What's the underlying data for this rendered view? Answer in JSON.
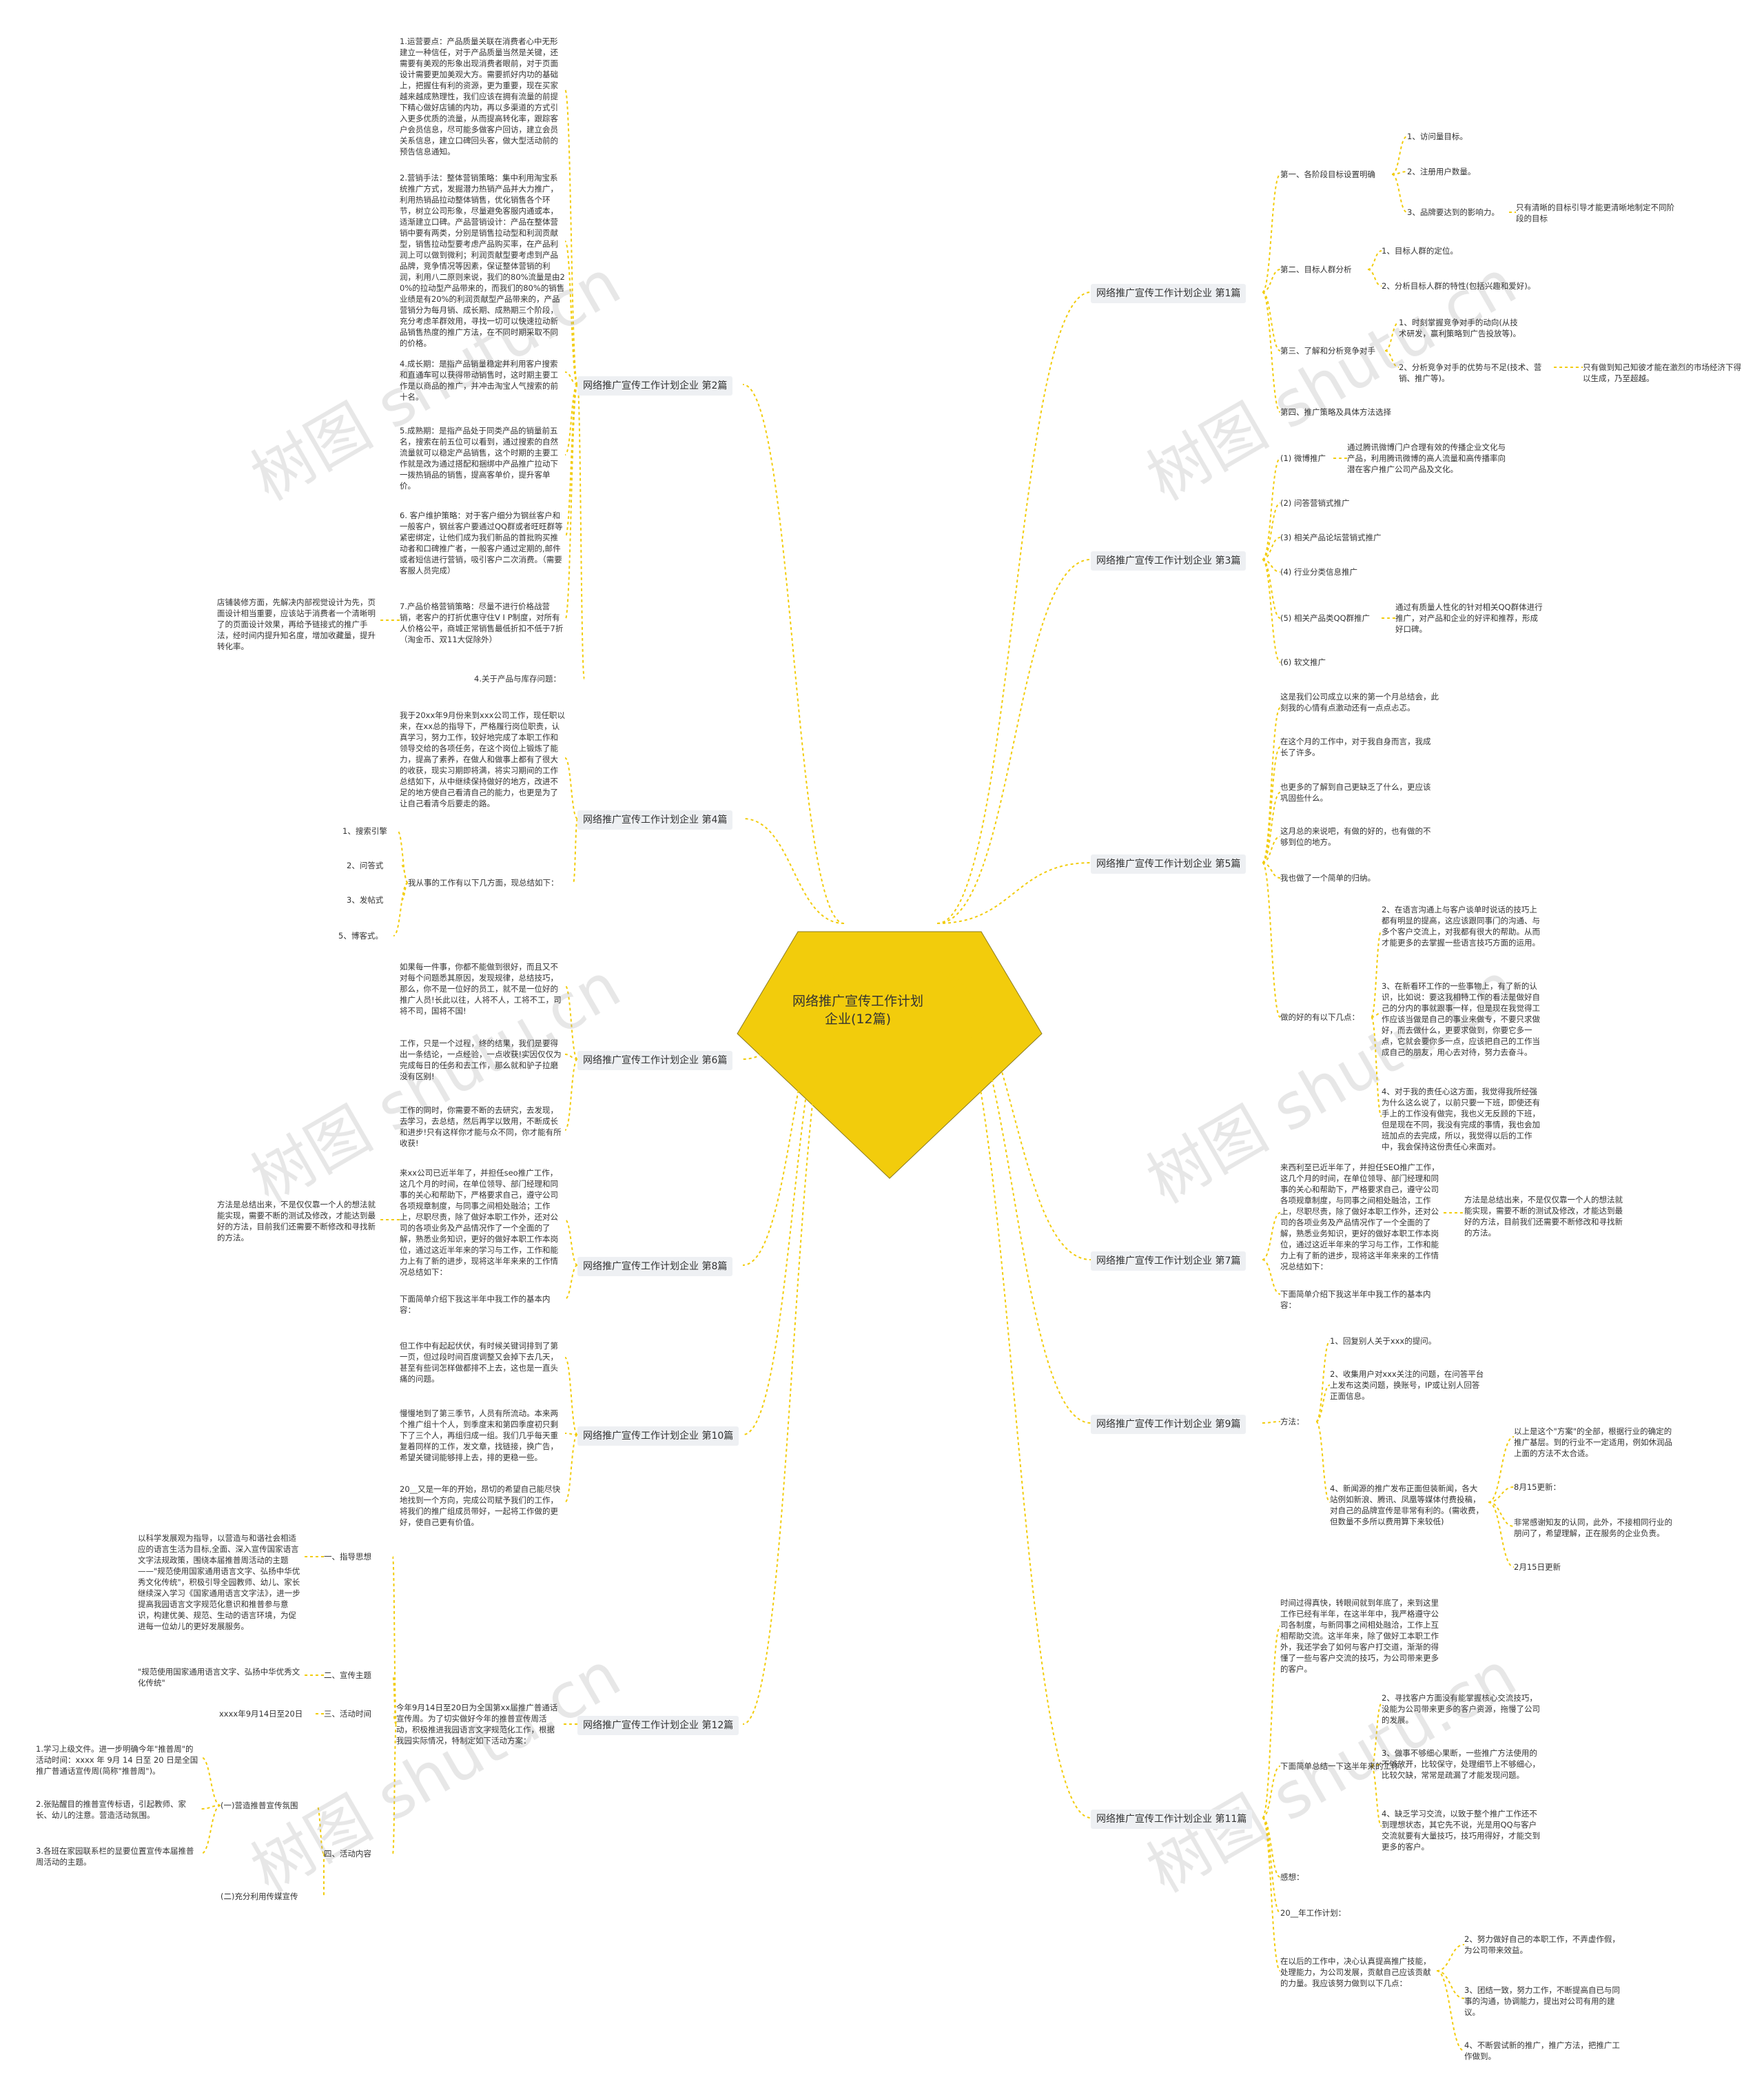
{
  "center": {
    "title": "网络推广宣传工作计划企业(12篇)",
    "color": "#f2cc0c"
  },
  "colors": {
    "line": "#f2cc0c"
  },
  "watermark": "树图 shutu.cn",
  "branches": {
    "b1": "网络推广宣传工作计划企业 第1篇",
    "b2": "网络推广宣传工作计划企业 第2篇",
    "b3": "网络推广宣传工作计划企业 第3篇",
    "b4": "网络推广宣传工作计划企业 第4篇",
    "b5": "网络推广宣传工作计划企业 第5篇",
    "b6": "网络推广宣传工作计划企业 第6篇",
    "b7": "网络推广宣传工作计划企业 第7篇",
    "b8": "网络推广宣传工作计划企业 第8篇",
    "b9": "网络推广宣传工作计划企业 第9篇",
    "b10": "网络推广宣传工作计划企业 第10篇",
    "b11": "网络推广宣传工作计划企业 第11篇",
    "b12": "网络推广宣传工作计划企业 第12篇"
  },
  "b1": {
    "s1": "第一、各阶段目标设置明确",
    "s1a": "1、访问量目标。",
    "s1b": "2、注册用户数量。",
    "s1c": "3、品牌要达到的影响力。",
    "s1c1": "只有清晰的目标引导才能更清晰地制定不同阶段的目标",
    "s2": "第二、目标人群分析",
    "s2a": "1、目标人群的定位。",
    "s2b": "2、分析目标人群的特性(包括兴趣和爱好)。",
    "s3": "第三、了解和分析竞争对手",
    "s3a": "1、时刻掌握竞争对手的动向(从技术研发，赢利策略到广告投放等)。",
    "s3b": "2、分析竞争对手的优势与不足(技术、营销、推广等)。",
    "s3b1": "只有做到知己知彼才能在激烈的市场经济下得以生成，乃至超越。",
    "s4": "第四、推广策略及具体方法选择"
  },
  "b2": {
    "p1": "1.运营要点：产品质量关联在消费者心中无形建立一种信任，对于产品质量当然是关键，还需要有美观的形象出现消费者眼前，对于页面设计需要更加美观大方。需要抓好内功的基础上，把握住有利的资源，更为重要，现在买家越来越成熟理性，我们应该在拥有流量的前提下精心做好店铺的内功，再以多渠道的方式引入更多优质的流量，从而提高转化率，跟踪客户会员信息，尽可能多做客户回访，建立会员关系信息，建立口碑回头客，做大型活动前的预告信息通知。",
    "p2": "2.营销手法：整体营销策略：集中利用淘宝系统推广方式，发掘潜力热销产品并大力推广，利用热销品拉动整体销售，优化销售各个环节，树立公司形象，尽量避免客服内通或本，适渐建立口碑。产品营销设计：产品在整体营销中要有两类，分别是销售拉动型和利润贡献型，销售拉动型要考虑产品购买率，在产品利润上可以做到微利；利润贡献型要考虑到产品品牌，竞争情况等因素，保证整体营销的利润，利用八二原则来说，我们的80%流量是由20%的拉动型产品带来的，而我们的80%的销售业绩是有20%的利润贡献型产品带来的，产品营销分为每月销、成长期、成熟期三个阶段，充分考虑羊群效用，寻找一切可以快速拉动新品销售热度的推广方法，在不同时期采取不同的价格。",
    "p4": "4.成长期：是指产品销量稳定并利用客户搜索和直通车可以获得带动销售时，这时期主要工作是以商品的推广，并冲击淘宝人气搜索的前十名。",
    "p5": "5.成熟期：是指产品处于同类产品的销量前五名，搜索在前五位可以看到，通过搜索的自然流量就可以稳定产品销售，这个时期的主要工作就是改为通过搭配和捆绑中产品推广拉动下一拨热销品的销售，提高客单价，提升客单价。",
    "p6": "6. 客户维护策略：对于客户细分为钢丝客户和一般客户，钢丝客户要通过QQ群或者旺旺群等紧密绑定，让他们成为我们新品的首批购买推动者和口碑推广者，一般客户通过定期的,邮件或者短信进行营销，吸引客户二次消费。（需要客服人员完成）",
    "p7": "7.产品价格营销策略：尽量不进行价格战营销，老客户的打折优惠守住V I P制度，对所有人价格公平，商城正常销售最低折扣不低于7折 （淘金币、双11大促除外）",
    "p7a": "店铺装修方面，先解决内部视觉设计为先，页面设计相当重要，应该站于消费者一个清晰明了的页面设计效果，再给予链接式的推广手法，经时间内提升知名度，增加收藏量，提升转化率。",
    "p8": "4.关于产品与库存问题："
  },
  "b3": {
    "s1": "(1) 微博推广",
    "s1a": "通过腾讯微博门户合理有效的传播企业文化与产品，利用腾讯微博的高人流量和高传播率向潜在客户推广公司产品及文化。",
    "s2": "(2) 问答营销式推广",
    "s3": "(3) 相关产品论坛营销式推广",
    "s4": "(4) 行业分类信息推广",
    "s5": "(5) 相关产品类QQ群推广",
    "s5a": "通过有质量人性化的针对相关QQ群体进行推广，对产品和企业的好评和推荐，形成好口碑。",
    "s6": "(6) 软文推广"
  },
  "b4": {
    "p1": "我于20xx年9月份来到xxx公司工作，现任职以来，在xx总的指导下，严格履行岗位职责，认真学习，努力工作，较好地完成了本职工作和领导交给的各项任务，在这个岗位上锻炼了能力，提高了素养，在做人和做事上都有了很大的收获，现实习期即将满，将实习期间的工作总结如下，从中继续保持做好的地方，改进不足的地方使自己看清自己的能力，也更是为了让自己看清今后要走的路。",
    "p2": "我从事的工作有以下几方面，现总结如下：",
    "p2a": "1、搜索引擎",
    "p2b": "2、问答式",
    "p2c": "3、发帖式",
    "p2d": "5、博客式。"
  },
  "b5": {
    "p1": "这是我们公司成立以来的第一个月总结会，此刻我的心情有点激动还有一点点忐忑。",
    "p2": "在这个月的工作中，对于我自身而言，我成长了许多。",
    "p3": "也更多的了解到自己更缺乏了什么，更应该巩固些什么。",
    "p4": "这月总的来说吧，有做的好的，也有做的不够到位的地方。",
    "p5": "我也做了一个简单的归纳。",
    "p6": "做的好的有以下几点：",
    "p6a": "2、在语言沟通上与客户谈单时说话的技巧上都有明显的提高，这应该跟同事门的沟通、与多个客户交流上，对我都有很大的帮助。从而才能更多的去掌握一些语言技巧方面的运用。",
    "p6b": "3、在新看环工作的一些事物上，有了新的认识，比如说：要这我相特工作的看法是做好自己的分内的事就跟事一样，但是现在我觉得工作应该当做是自己的事业来做专，不要只求做好，而去做什么，更要求做到，你要它多一点，它就会要你多一点，应该把自己的工作当成自己的朋友，用心去对待，努力去奋斗。",
    "p6c": "4、对于我的责任心这方面，我觉得我所经强为什么这么说了，以前只要一下班，即使还有手上的工作没有做完，我也义无反顾的下班，但是现在不同，我没有完成的事情，我也会加班加点的去完成，所以，我觉得以后的工作中，我会保持这份责任心来面对。"
  },
  "b6": {
    "p1": "如果每一件事，你都不能做到很好，而且又不对每个问题悉其原因，发现规律，总结技巧，那么，你不是一位好的员工，就不是一位好的推广人员!长此以往，人将不人，工将不工，司将不司，国将不国!",
    "p2": "工作，只是一个过程，终的结果，我们是要得出一条结论，一点经验，一点收获!实因仅仅为完成每日的任务和去工作，那么就和驴子拉磨没有区别!",
    "p3": "工作的同时，你需要不断的去研究，去发现，去学习，去总结，然后再学以致用，不断成长和进步!只有这样你才能与众不同，你才能有所收获!"
  },
  "b7": {
    "p1": "来西利至已近半年了，并担任SEO推广工作，这几个月的时间，在单位领导、部门经理和同事的关心和帮助下，严格要求自己，遵守公司各项规章制度，与同事之间相处融洽，工作上，尽职尽责，除了做好本职工作外，还对公司的各项业务及产品情况作了一个全面的了解，熟悉业务知识，更好的做好本职工作本岗位，通过这近半年来的学习与工作，工作和能力上有了新的进步，现将这半年来来的工作情况总结如下：",
    "p1a": "方法是总结出来，不是仅仅靠一个人的想法就能实现，需要不断的测试及修改，才能达到最好的方法，目前我们还需要不断修改和寻找新的方法。",
    "p2": "下面简单介绍下我这半年中我工作的基本内容："
  },
  "b8": {
    "p1": "来xx公司已近半年了，并担任seo推广工作，这几个月的时间，在单位领导、部门经理和同事的关心和帮助下，严格要求自己，遵守公司各项规章制度，与同事之间相处融洽；工作上，尽职尽责，除了做好本职工作外，还对公司的各项业务及产品情况作了一个全面的了解，熟悉业务知识，更好的做好本职工作本岗位，通过这近半年来的学习与工作，工作和能力上有了新的进步，现将这半年来来的工作情况总结如下：",
    "p1a": "方法是总结出来，不是仅仅靠一个人的想法就能实现，需要不断的测试及修改，才能达到最好的方法，目前我们还需要不断修改和寻找新的方法。",
    "p2": "下面简单介绍下我这半年中我工作的基本内容："
  },
  "b9": {
    "s1": "方法：",
    "s1a": "1、回复别人关于xxx的提问。",
    "s1b": "2、收集用户对xxx关注的问题，在问答平台上发布这类问题，换账号，IP或让别人回答正面信息。",
    "s1c": "4、新闻源的推广发布正面但装新闻，各大站例如新浪、腾讯、凤凰等媒体付费投稿，对自己的品牌宣传是非常有利的。(需收费，但数量不多所以费用算下来较低)",
    "s1c1": "以上是这个\"方案\"的全部，根据行业的确定的推广基层。到的行业不一定适用，例如休润品上面的方法不太合适。",
    "s1c2": "8月15更新：",
    "s1c3": "非常感谢知友的认同，此外，不接相同行业的朋问了，希望理解，正在服务的企业负责。",
    "s1c4": "2月15日更新"
  },
  "b10": {
    "p1": "但工作中有起起伏伏，有时候关键词排到了第一页，但过段时间百度调整又会掉下去几天，甚至有些词怎样做都排不上去，这也是一直头痛的问题。",
    "p2": "慢慢地到了第三季节，人员有所流动。本来两个推广组十个人，到季度末和第四季度初只剩下了三个人，再组归成一组。我们几乎每天重复着同样的工作，发文章，找链接，换广告，希望关键词能够排上去，排的更稳一些。",
    "p3": "20__又是一年的开始，昂切的希望自己能尽快地找到一个方向，完成公司赋予我们的工作，将我们的推广组成员带好，一起将工作做的更好，使自己更有价值。"
  },
  "b11": {
    "p1": "时间过得真快，转眼间就到年底了，来到这里工作已经有半年，在这半年中，我严格遵守公司各制度，与新同事之间相处融洽，工作上互相帮助交流。这半年来，除了做好工本职工作外，我还学会了如何与客户打交道，渐渐的得懂了一些与客户交流的技巧，为公司带来更多的客户。",
    "p2": "下面简单总结一下这半年来的工作：",
    "p2a": "2、寻找客户方面没有能掌握核心交流技巧，没能为公司带来更多的客户资源，拖慢了公司的发展。",
    "p2b": "3、做事不够细心果断，一些推广方法使用的不够放开，比较保守，处理细节上不够细心，比较欠缺，常常是疏漏了才能发现问题。",
    "p2c": "4、缺乏学习交流，以致于整个推广工作还不到理想状态，其它先不说，光是用QQ与客户交流就要有大量技巧，技巧用得好，才能交到更多的客户。",
    "p3": "感想：",
    "p4": "20__年工作计划：",
    "p5": "在以后的工作中，决心认真提高推广技能，处理能力，为公司发展，贡献自己应该贡献的力量。我应该努力做到以下几点：",
    "p5a": "2、努力做好自己的本职工作，不弄虚作假，为公司带来效益。",
    "p5b": "3、团结一致，努力工作，不断提高自已与同事的沟通，协调能力，提出对公司有用的建议。",
    "p5c": "4、不断尝试新的推广，推广方法，把推广工作做到。"
  },
  "b12": {
    "root": "今年9月14日至20日为全国第xx届推广普通话宣传周。为了切实做好今年的推普宣传周活动，积极推进我园语言文字规范化工作，根据我园实际情况，特制定如下活动方案：",
    "s1": "一、指导思想",
    "s1a": "以科学发展观为指导，以营造与和谐社会相适应的语言生活为目标,全面、深入宣传国家语言文字法规政策，围绕本届推普周活动的主题——\"规范使用国家通用语言文字、弘扬中华优秀文化传统\"，积极引导全园教师、幼儿、家长继续深入学习《国家通用语言文字法》，进一步提高我园语言文字规范化意识和推普参与意识，构建优美、规范、生动的语言环境，为促进每一位幼儿的更好发展服务。",
    "s2": "二、宣传主题",
    "s2a": "\"规范使用国家通用语言文字、弘扬中华优秀文化传统\"",
    "s3": "三、活动时间",
    "s3a": "xxxx年9月14日至20日",
    "s4": "四、活动内容",
    "s4a": "(一)营造推普宣传氛围",
    "s4a1": "1.学习上级文件。进一步明确今年\"推普周\"的活动时间：xxxx 年 9月 14 日至 20 日是全国推广普通话宣传周(简称\"推普周\")。",
    "s4a2": "2.张贴醒目的推普宣传标语，引起教师、家长、幼儿的注意。营造活动氛围。",
    "s4a3": "3.各班在家园联系栏的显要位置宣传本届推普周活动的主题。",
    "s4b": "(二)充分利用传媒宣传"
  }
}
